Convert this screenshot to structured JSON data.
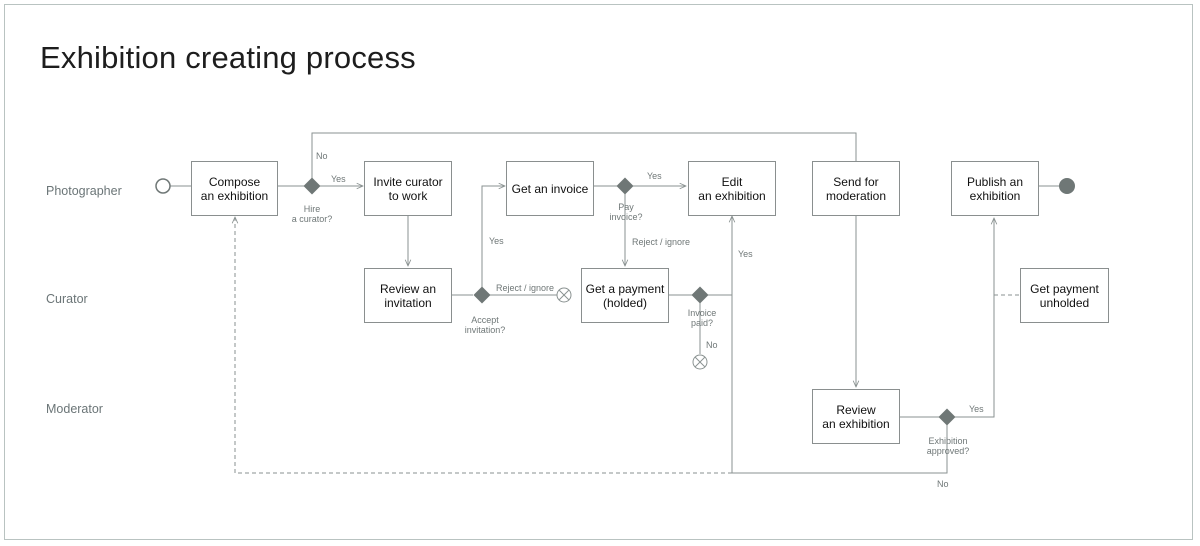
{
  "title": "Exhibition creating process",
  "lanes": {
    "photographer": "Photographer",
    "curator": "Curator",
    "moderator": "Moderator"
  },
  "boxes": {
    "compose": "Compose\nan exhibition",
    "invite": "Invite curator\nto work",
    "review_invitation": "Review an\ninvitation",
    "get_invoice": "Get an invoice",
    "get_payment": "Get a payment\n(holded)",
    "edit": "Edit\nan exhibition",
    "send_moderation": "Send for\nmoderation",
    "review_exhibition": "Review\nan exhibition",
    "publish": "Publish an\nexhibition",
    "get_payment_unholded": "Get payment\nunholded"
  },
  "gateways": {
    "hire": "Hire\na curator?",
    "accept": "Accept\ninvitation?",
    "pay": "Pay\ninvoice?",
    "paid": "Invoice\npaid?",
    "approved": "Exhibition\napproved?"
  },
  "edge_labels": {
    "hire_no": "No",
    "hire_yes": "Yes",
    "accept_yes": "Yes",
    "accept_reject": "Reject / ignore",
    "pay_yes": "Yes",
    "pay_reject": "Reject / ignore",
    "paid_yes": "Yes",
    "paid_no": "No",
    "approved_yes": "Yes",
    "approved_no": "No"
  },
  "colors": {
    "line": "#8a9291",
    "gateway": "#6f7776",
    "border": "#b9c3c1"
  }
}
